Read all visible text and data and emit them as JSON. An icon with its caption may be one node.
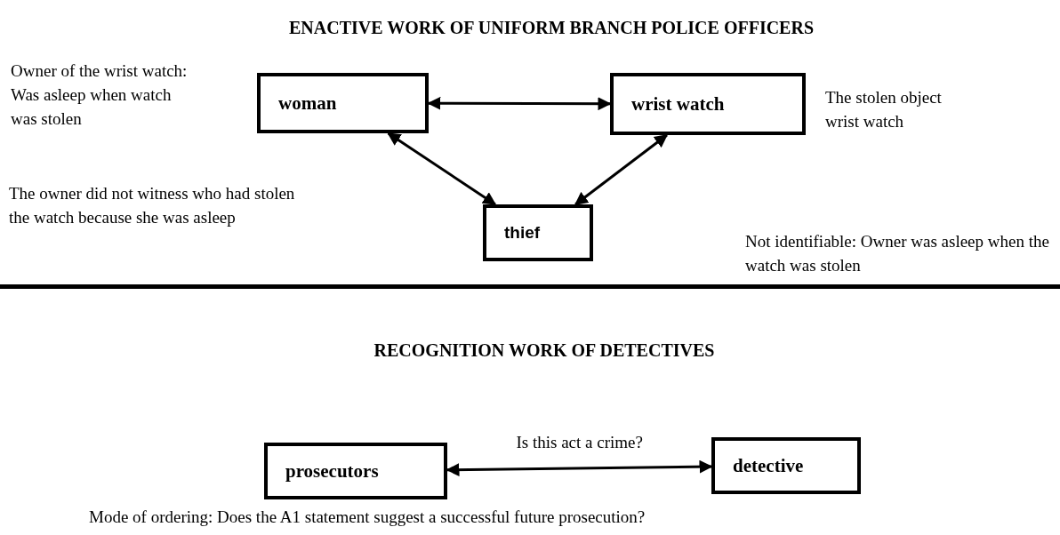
{
  "diagram": {
    "title": "ENACTIVE WORK OF UNIFORM BRANCH POLICE OFFICERS",
    "nodes": [
      {
        "text": [
          "woman"
        ]
      },
      {
        "text": [
          "wrist watch"
        ]
      },
      {
        "text": [
          "thief"
        ]
      },
      {
        "text": [
          "prosecutors"
        ]
      },
      {
        "text": [
          "detective"
        ]
      }
    ],
    "edges": [
      {
        "from": 0,
        "to": 1,
        "arrow": "both"
      },
      {
        "from": 0,
        "to": 2,
        "arrow": "both"
      },
      {
        "from": 1,
        "to": 2,
        "arrow": "both"
      },
      {
        "from": 3,
        "to": 4,
        "arrow": "both",
        "label": "Is this act a crime?"
      }
    ],
    "labels": [
      "Owner of the wrist watch: Was asleep when watch was stolen",
      "The stolen object wrist watch",
      "The owner did not witness who had stolen the watch because she was asleep",
      "Not identifiable: Owner was asleep when the watch was stolen",
      "RECOGNITION WORK OF DETECTIVES",
      "Mode of ordering: Does the A1 statement suggest a successful future prosecution?"
    ]
  }
}
